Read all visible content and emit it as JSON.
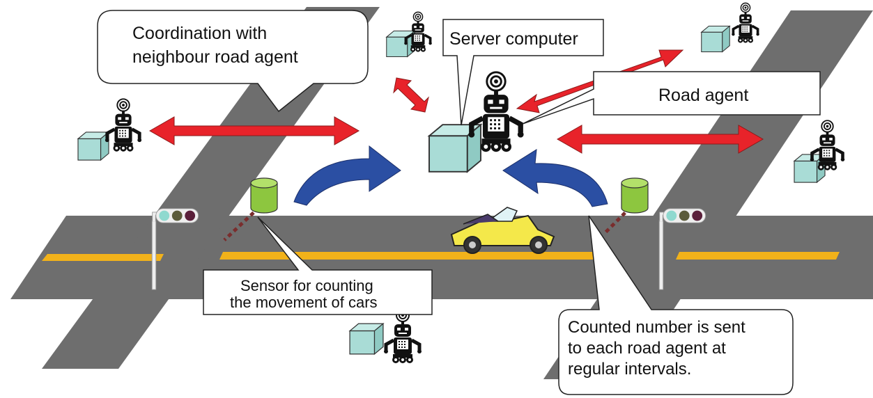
{
  "labels": {
    "coordination_line1": "Coordination with",
    "coordination_line2": "neighbour road agent",
    "server": "Server computer",
    "road_agent": "Road agent",
    "sensor_line1": "Sensor for counting",
    "sensor_line2": "the movement of cars",
    "counted_line1": "Counted number is sent",
    "counted_line2": "to each road agent at",
    "counted_line3": "regular intervals."
  },
  "colors": {
    "road": "#6e6e6e",
    "lane_marking": "#f2b21a",
    "box": "#a9dcd6",
    "robot": "#111111",
    "coordination_arrow": "#e8232a",
    "data_flow_arrow": "#2b4fa3",
    "sensor": "#8dc63f",
    "car": "#f4e84a",
    "sensor_line": "#7a2d2d",
    "signal_lights": [
      "#8fd9cf",
      "#5b5b3a",
      "#5a1f3a"
    ]
  },
  "icons": {
    "robot": "robot-icon",
    "box": "computer-box-icon",
    "car": "car-icon",
    "sensor": "sensor-cylinder-icon",
    "traffic_light": "traffic-light-icon"
  }
}
